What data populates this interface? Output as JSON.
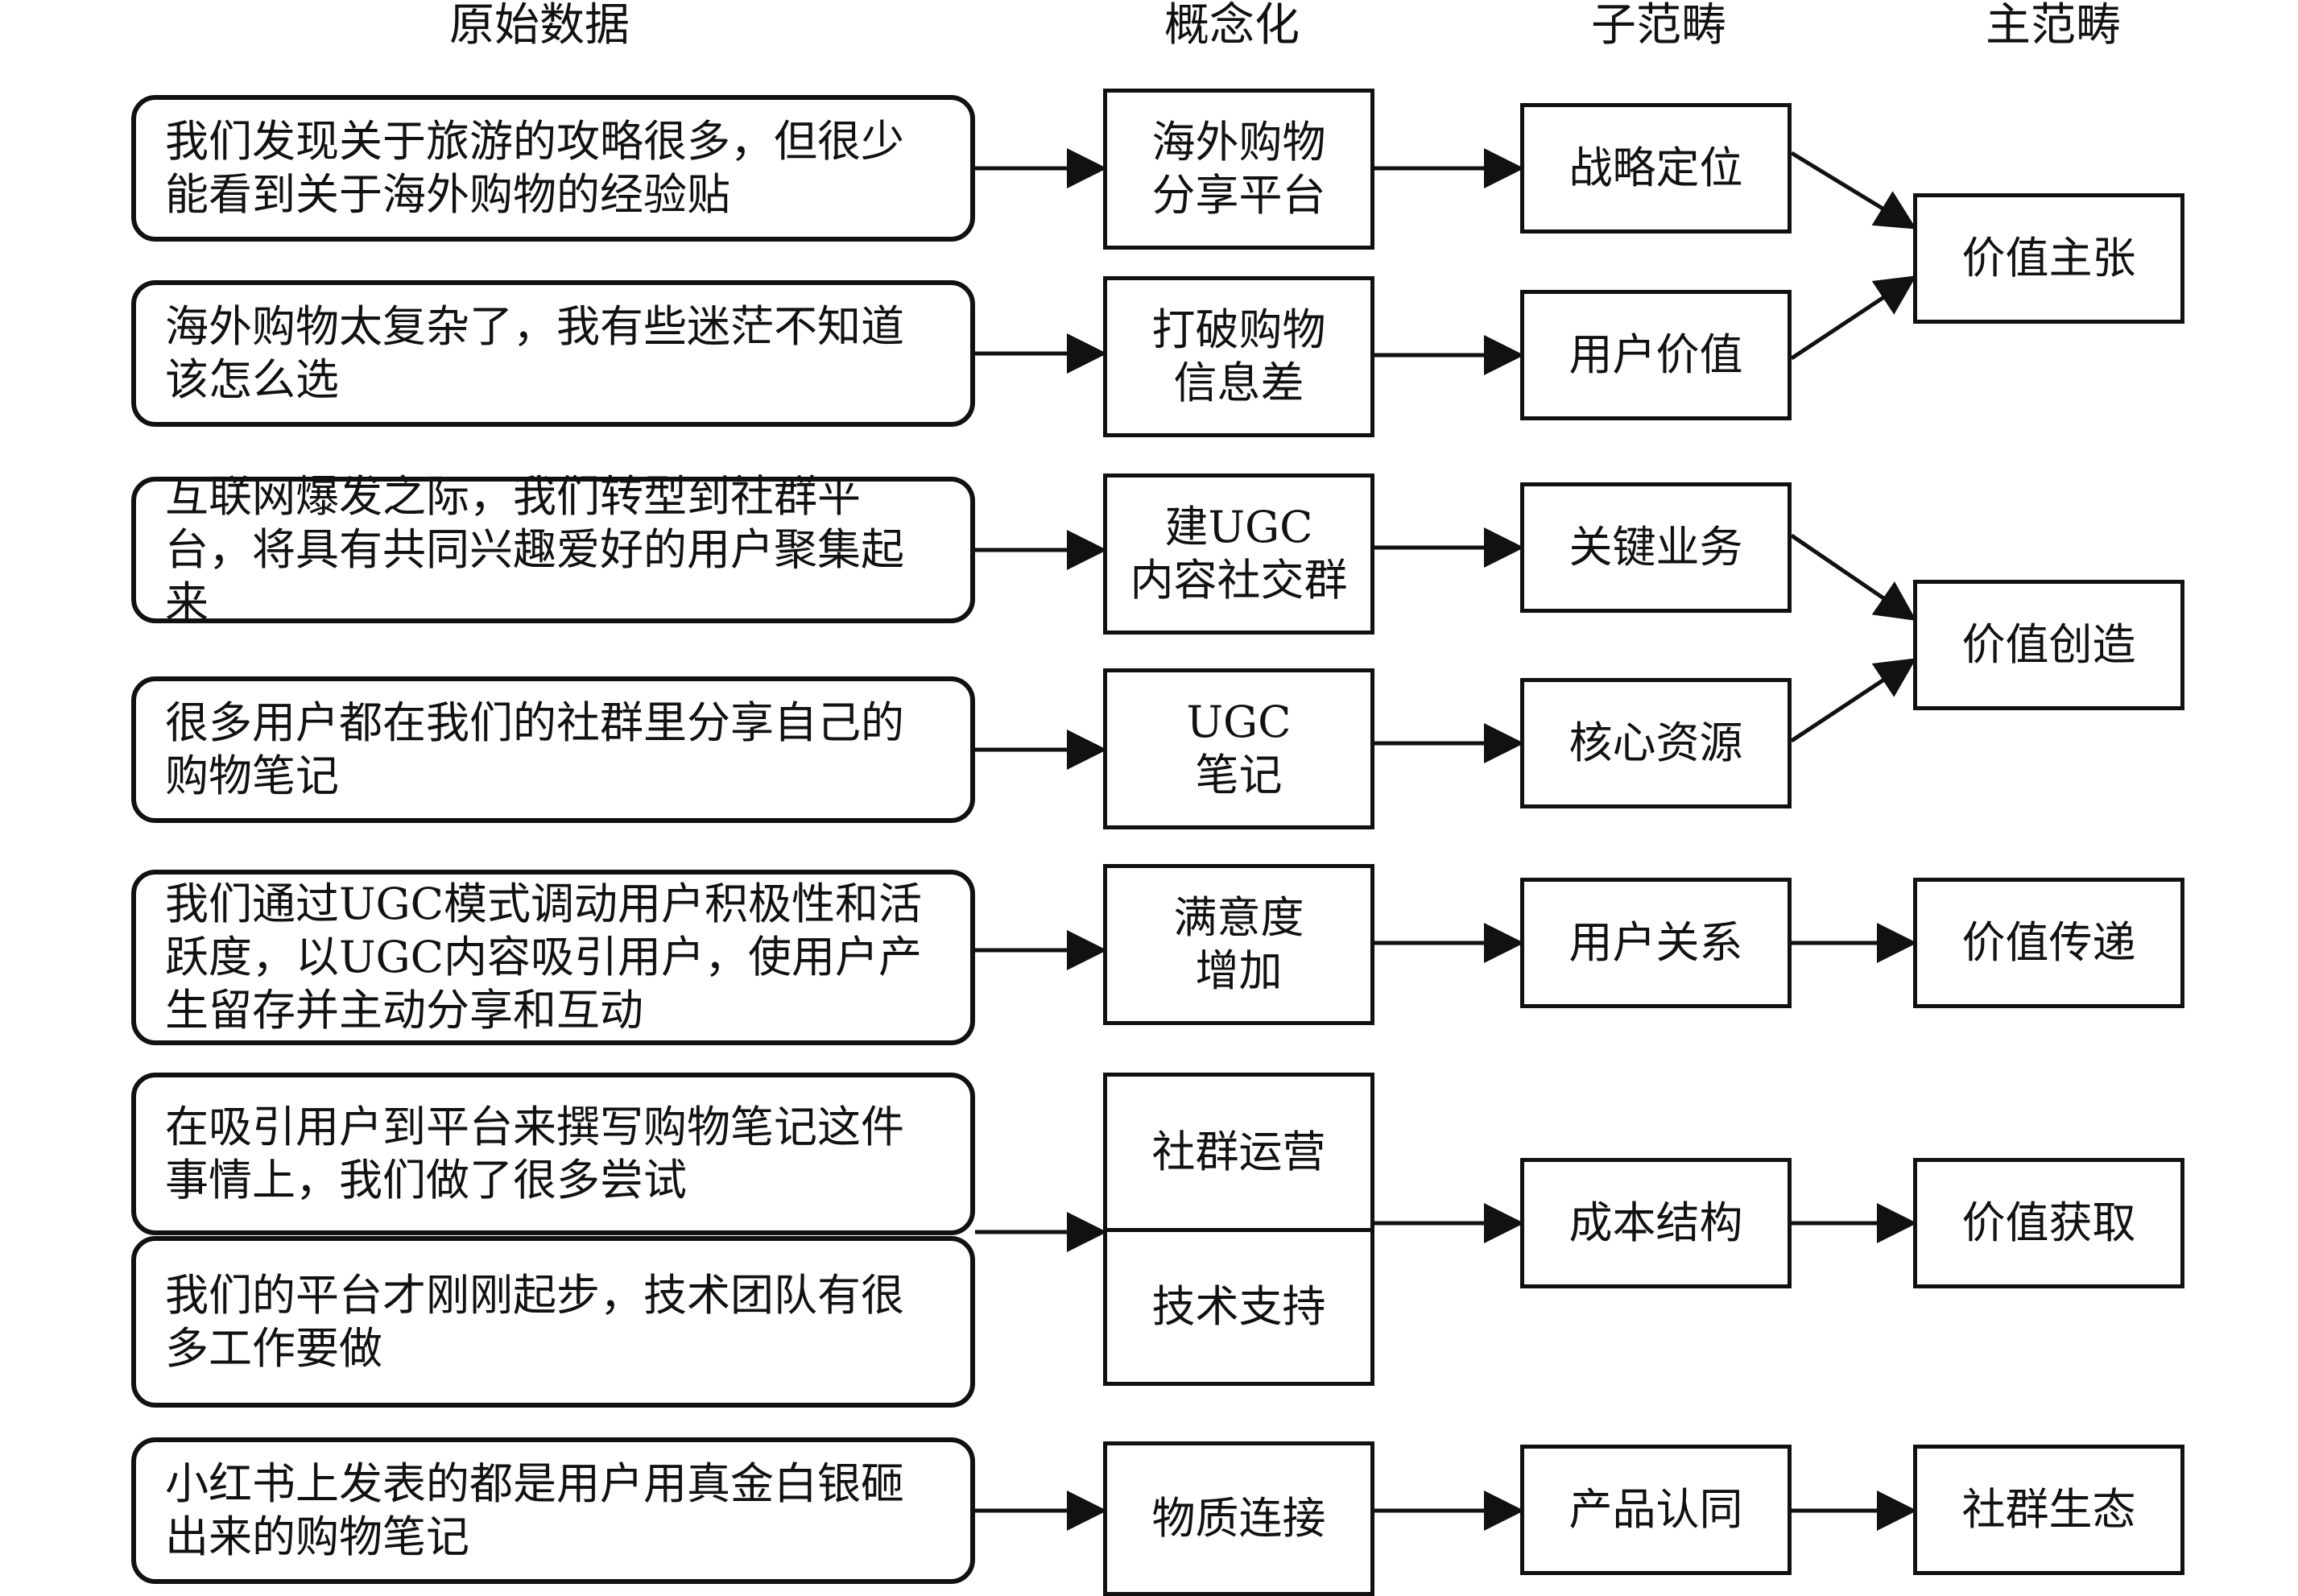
{
  "headers": {
    "raw": "原始数据",
    "concept": "概念化",
    "sub": "子范畴",
    "main": "主范畴"
  },
  "raw_data": [
    "我们发现关于旅游的攻略很多，但很少能看到关于海外购物的经验贴",
    "海外购物太复杂了，我有些迷茫不知道该怎么选",
    "互联网爆发之际，我们转型到社群平台，将具有共同兴趣爱好的用户聚集起来",
    "很多用户都在我们的社群里分享自己的购物笔记",
    "我们通过UGC模式调动用户积极性和活跃度，以UGC内容吸引用户，使用户产生留存并主动分享和互动",
    "在吸引用户到平台来撰写购物笔记这件事情上，我们做了很多尝试",
    "我们的平台才刚刚起步，技术团队有很多工作要做",
    "小红书上发表的都是用户用真金白银砸出来的购物笔记"
  ],
  "concepts": [
    "海外购物\n分享平台",
    "打破购物\n信息差",
    "建UGC\n内容社交群",
    "UGC\n笔记",
    "满意度\n增加",
    "社群运营",
    "技术支持",
    "物质连接"
  ],
  "sub_categories": [
    "战略定位",
    "用户价值",
    "关键业务",
    "核心资源",
    "用户关系",
    "成本结构",
    "产品认同"
  ],
  "main_categories": [
    "价值主张",
    "价值创造",
    "价值传递",
    "价值获取",
    "社群生态"
  ]
}
